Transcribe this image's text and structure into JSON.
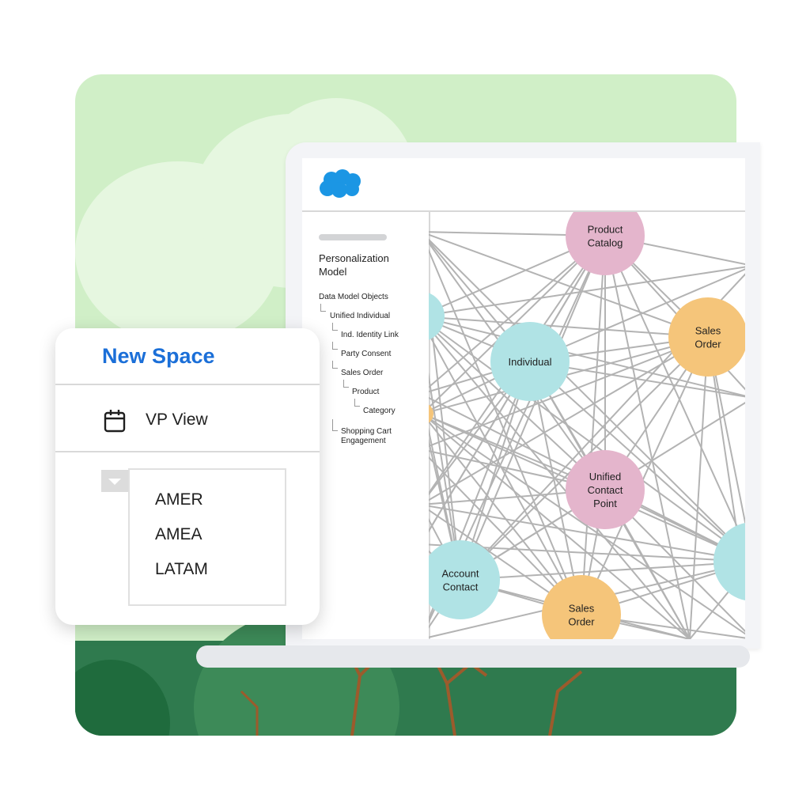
{
  "app": {
    "brand_icon": "salesforce-cloud-icon",
    "brand_color": "#1b96e4",
    "accent_color": "#1b6fd8"
  },
  "sidebar": {
    "title": "Personalization Model",
    "section": "Data Model Objects",
    "items": [
      {
        "label": "Unified Individual"
      },
      {
        "label": "Ind. Identity Link"
      },
      {
        "label": "Party Consent"
      },
      {
        "label": "Sales Order"
      },
      {
        "label": "Product"
      },
      {
        "label": "Category"
      },
      {
        "label": "Shopping Cart Engagement"
      }
    ]
  },
  "graph": {
    "node_colors": {
      "pink": "#e4b5cc",
      "teal": "#b0e3e5",
      "orange": "#f5c57a"
    },
    "nodes": [
      {
        "id": "product-catalog",
        "label": "Product Catalog",
        "color": "pink"
      },
      {
        "id": "sales-order-1",
        "label": "Sales Order",
        "color": "orange"
      },
      {
        "id": "individual",
        "label": "Individual",
        "color": "teal"
      },
      {
        "id": "unified-contact-point",
        "label": "Unified Contact Point",
        "color": "pink"
      },
      {
        "id": "account-contact",
        "label": "Account Contact",
        "color": "teal"
      },
      {
        "id": "sales-order-2",
        "label": "Sales Order",
        "color": "orange"
      },
      {
        "id": "edge-node-a",
        "label": "",
        "color": "teal"
      },
      {
        "id": "edge-node-b",
        "label": "",
        "color": "orange"
      },
      {
        "id": "edge-node-c",
        "label": "",
        "color": "teal"
      }
    ]
  },
  "new_space": {
    "title": "New Space",
    "view_icon": "calendar-icon",
    "view_label": "VP View",
    "regions": [
      "AMER",
      "AMEA",
      "LATAM"
    ]
  }
}
